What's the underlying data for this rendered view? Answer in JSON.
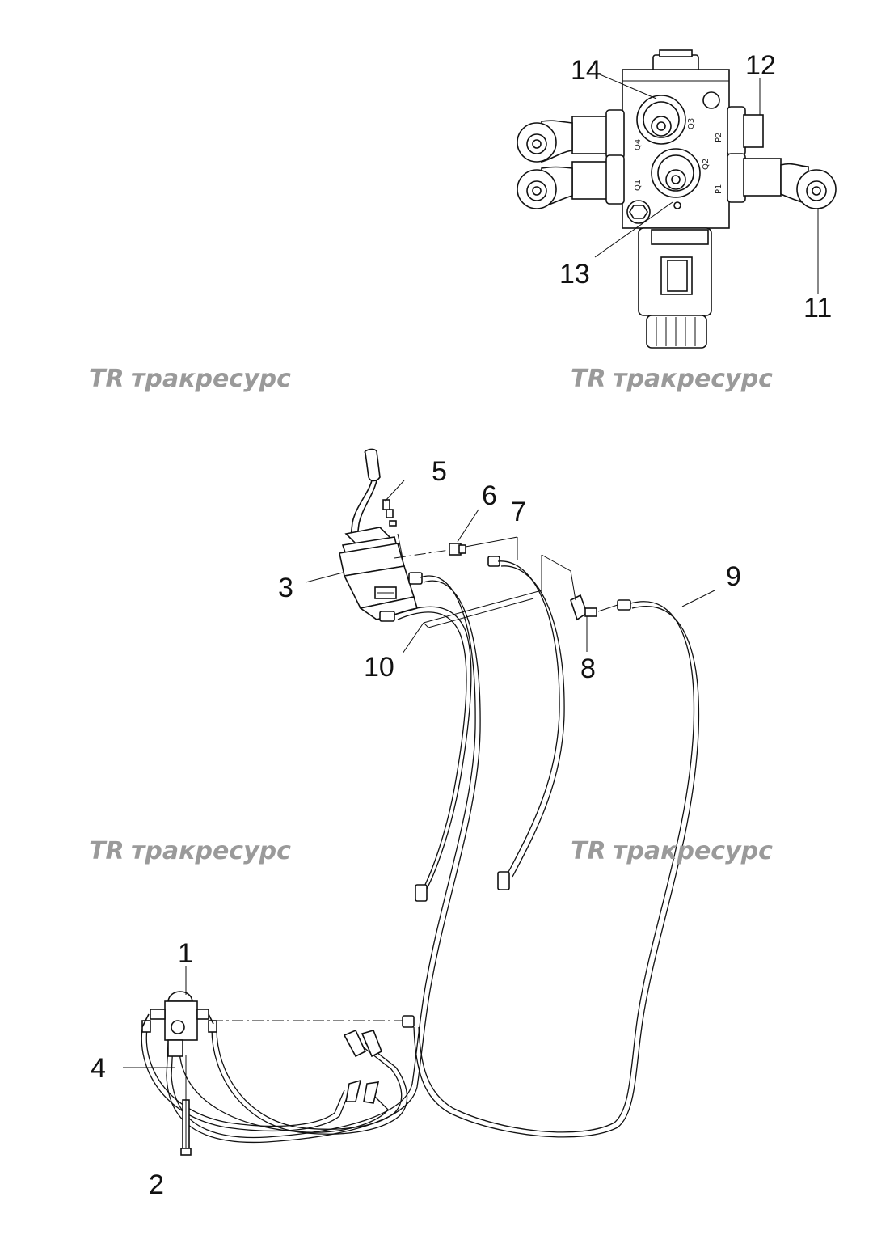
{
  "watermarks": [
    {
      "logo": "TR",
      "text": "тракресурс"
    },
    {
      "logo": "TR",
      "text": "тракресурс"
    },
    {
      "logo": "TR",
      "text": "тракресурс"
    },
    {
      "logo": "TR",
      "text": "тракресурс"
    }
  ],
  "callouts": [
    "1",
    "2",
    "3",
    "4",
    "5",
    "6",
    "7",
    "8",
    "9",
    "10",
    "11",
    "12",
    "13",
    "14"
  ],
  "valve_ports": [
    "Q4",
    "Q3",
    "P2",
    "Q1",
    "Q2",
    "P1"
  ]
}
